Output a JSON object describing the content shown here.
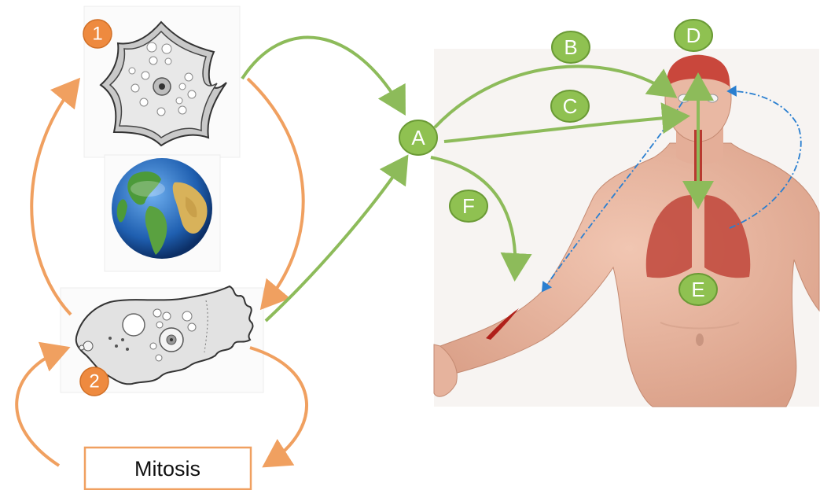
{
  "labels": {
    "a": "A",
    "b": "B",
    "c": "C",
    "d": "D",
    "e": "E",
    "f": "F",
    "stage_1": "1",
    "stage_2": "2"
  },
  "mitosis_box": "Mitosis",
  "colors": {
    "green_arrow": "#8dbb5a",
    "orange_arrow": "#f0a060",
    "blue_dashed": "#2a7fd0",
    "label_green": "#8fc151",
    "label_orange": "#ee8a3f",
    "body_skin": "#e8b5a0",
    "organ_red": "#c0453a"
  },
  "icons": [
    "cyst-cell",
    "globe-icon",
    "trophozoite-cell",
    "human-body",
    "lungs",
    "brain"
  ]
}
